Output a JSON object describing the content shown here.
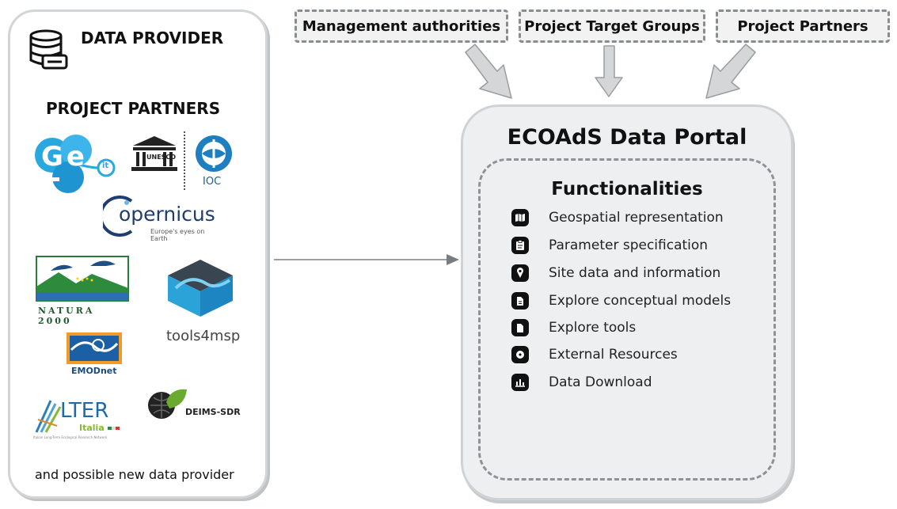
{
  "provider": {
    "title": "DATA PROVIDER",
    "partners_heading": "PROJECT PARTNERS",
    "footer": "and possible new data provider",
    "logos": {
      "get": "Ge T",
      "get_suffix": "it",
      "unesco": "UNESCO",
      "ioc": "IOC",
      "copernicus": "opernicus",
      "copernicus_tagline": "Europe's eyes on Earth",
      "natura": "NATURA 2000",
      "tools4msp": "tools4msp",
      "emodnet": "EMODnet",
      "lter": "LTER",
      "lter_sub": "Italia",
      "lter_small": "Italian Long-Term Ecological Research Network",
      "deims": "DEIMS-SDR"
    }
  },
  "sources": [
    {
      "label": "Management authorities"
    },
    {
      "label": "Project Target Groups"
    },
    {
      "label": "Project Partners"
    }
  ],
  "portal": {
    "title": "ECOAdS Data Portal",
    "functionalities_title": "Functionalities",
    "items": [
      {
        "label": "Geospatial representation",
        "icon": "map-icon"
      },
      {
        "label": "Parameter specification",
        "icon": "clipboard-icon"
      },
      {
        "label": "Site data and information",
        "icon": "location-pin-icon"
      },
      {
        "label": "Explore conceptual models",
        "icon": "document-icon"
      },
      {
        "label": "Explore tools",
        "icon": "document-icon"
      },
      {
        "label": "External Resources",
        "icon": "circle-icon"
      },
      {
        "label": "Data Download",
        "icon": "bar-chart-icon"
      }
    ]
  },
  "colors": {
    "box_border": "#d2d4d6",
    "portal_fill": "#eeeff0",
    "dashed": "#8a8d8f",
    "arrow": "#c8cacb",
    "connector": "#7a7d80"
  }
}
